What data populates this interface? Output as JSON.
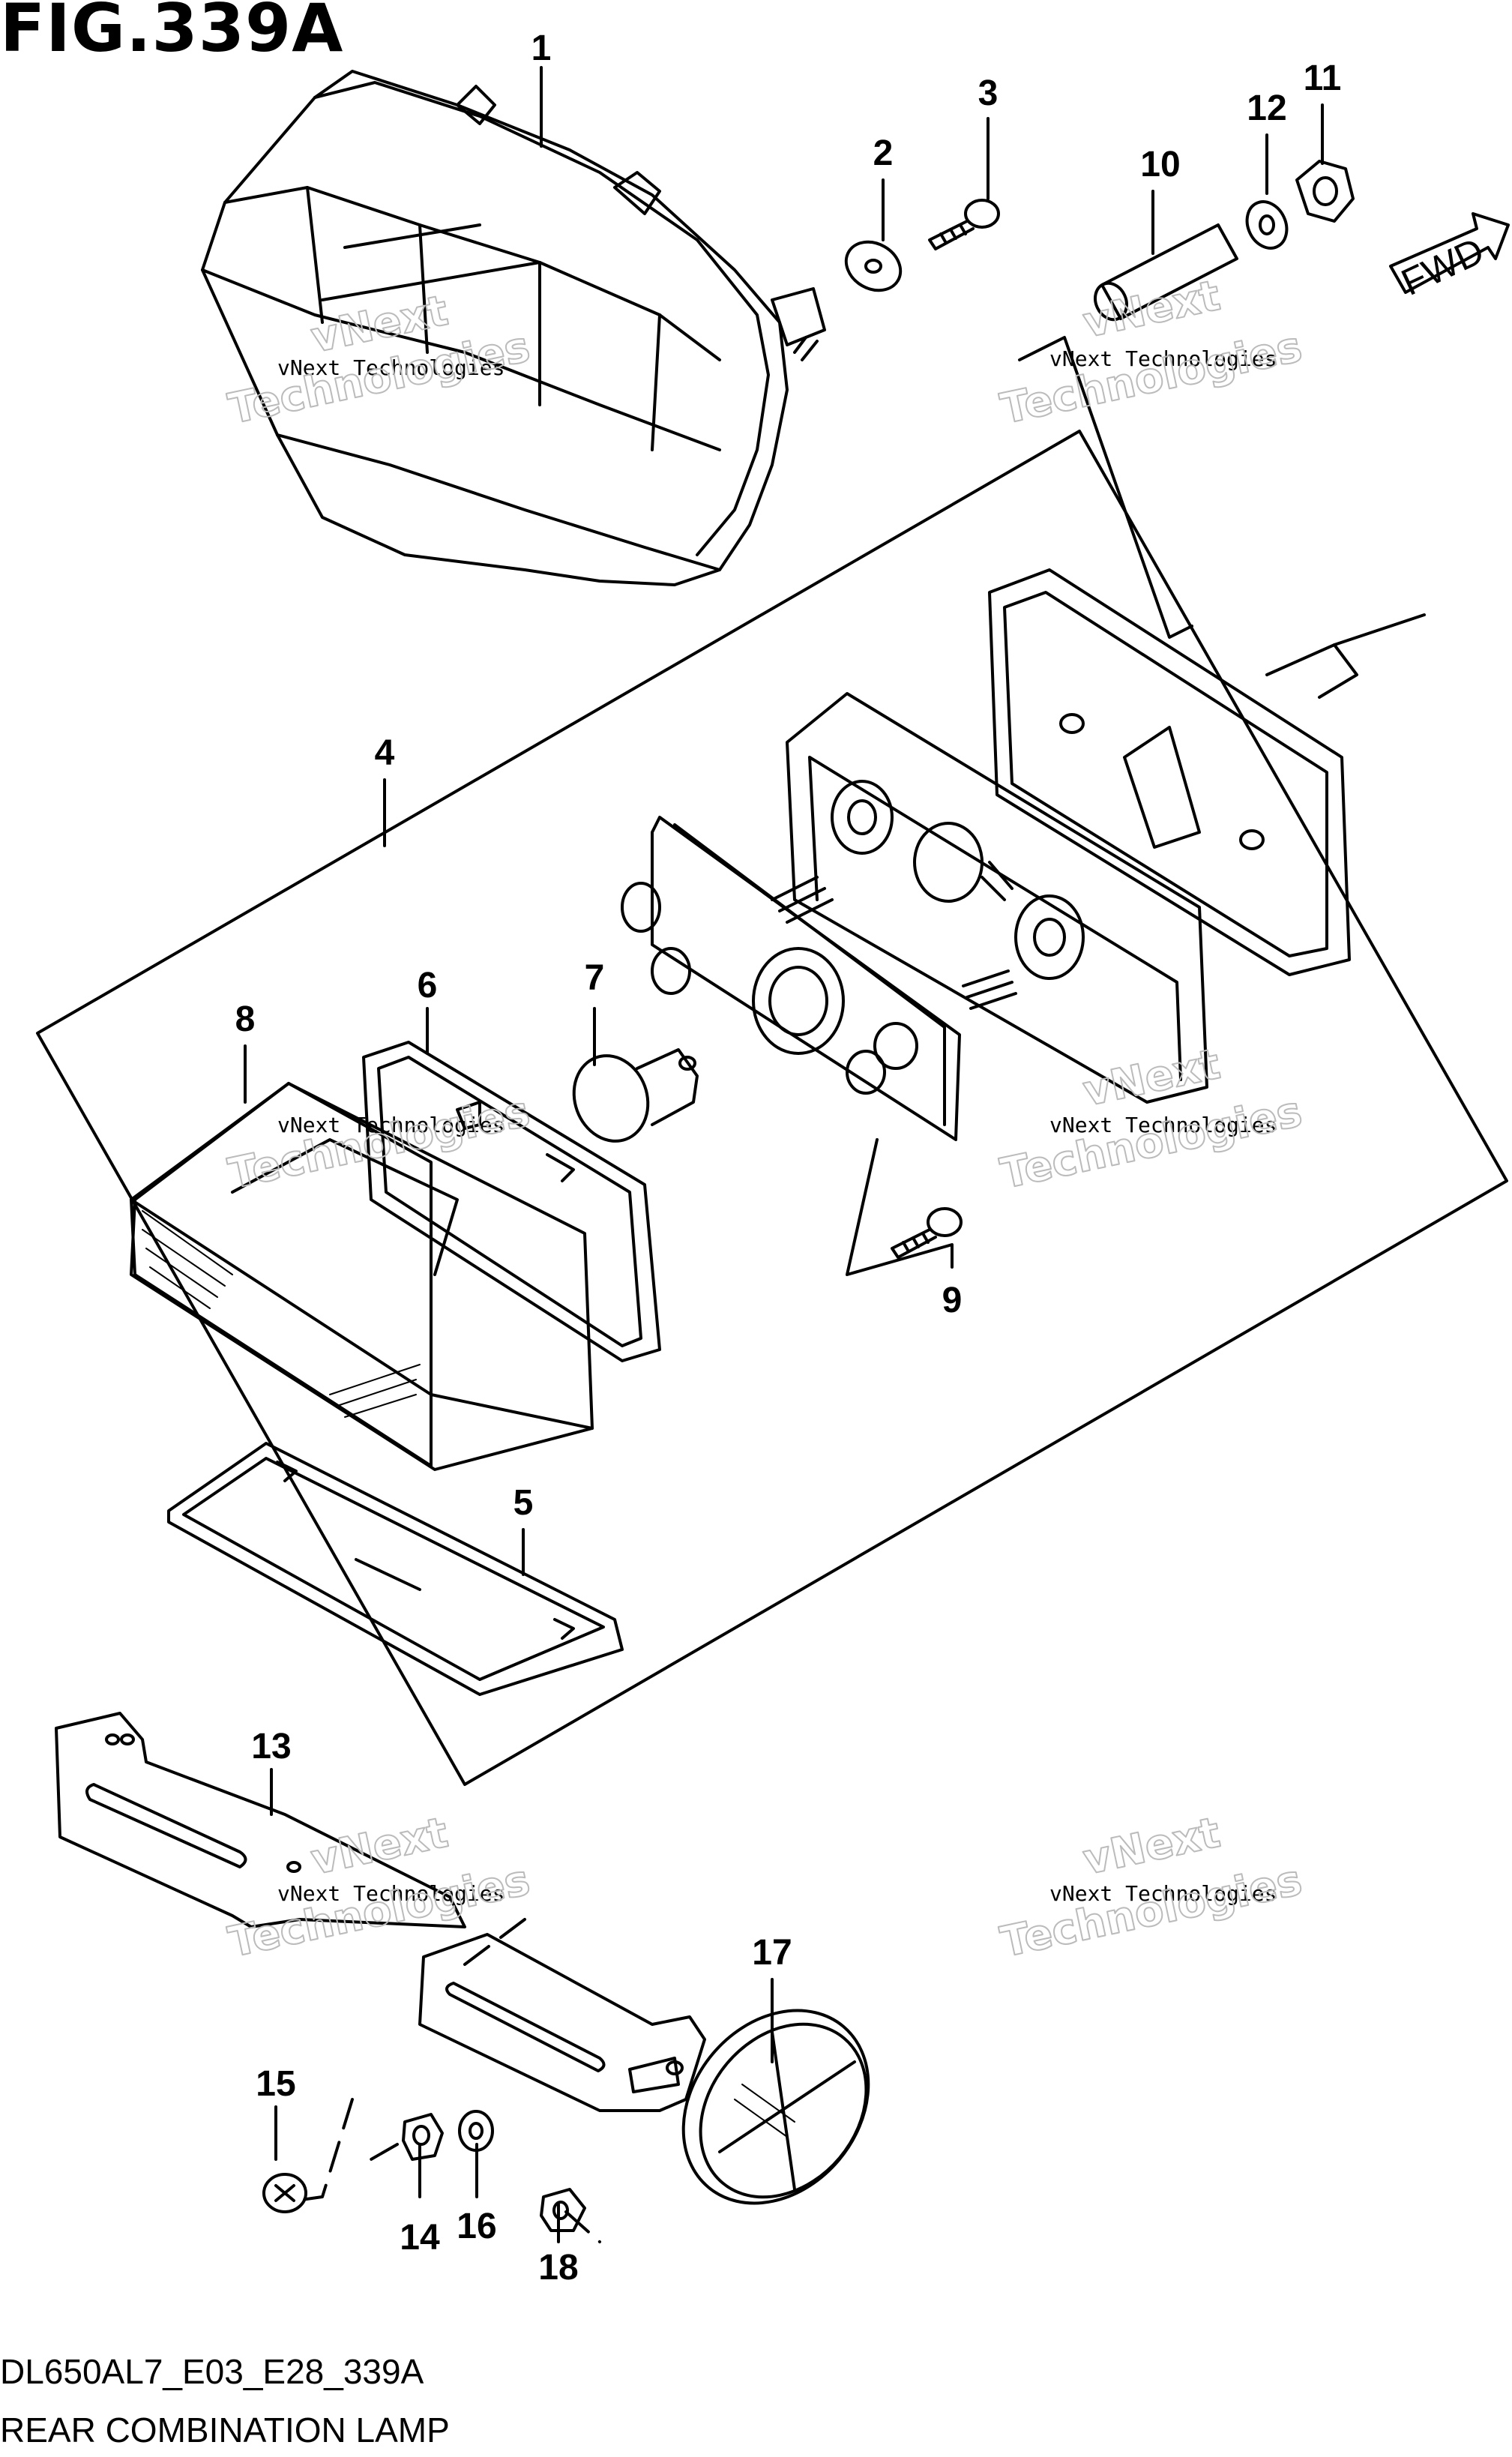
{
  "figure": {
    "title": "FIG.339A",
    "code": "DL650AL7_E03_E28_339A",
    "name": "REAR COMBINATION LAMP",
    "fwd_label": "FWD"
  },
  "watermark": {
    "line1": "vNext Technologies",
    "line2": "Technologies",
    "line3": "vNext"
  },
  "callouts": [
    "1",
    "2",
    "3",
    "4",
    "5",
    "6",
    "7",
    "8",
    "9",
    "10",
    "11",
    "12",
    "13",
    "14",
    "15",
    "16",
    "17",
    "18"
  ]
}
